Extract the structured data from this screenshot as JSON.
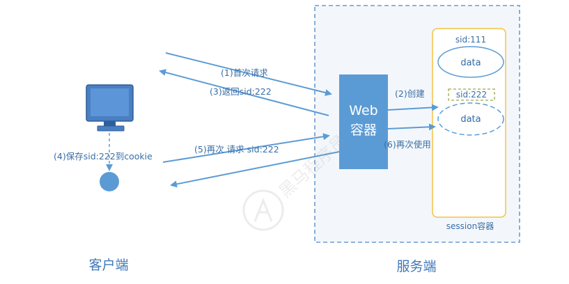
{
  "labels": {
    "client": "客户端",
    "server": "服务端",
    "web_container_line1": "Web",
    "web_container_line2": "容器",
    "session_container": "session容器",
    "sid_111": "sid:111",
    "sid_222": "sid:222",
    "data_1": "data",
    "data_2": "data"
  },
  "steps": {
    "s1": "(1)首次请求",
    "s2": "(2)创建",
    "s3": "(3)返回sid:222",
    "s4": "(4)保存sid:222到cookie",
    "s5": "(5)再次 请求 sid:222",
    "s6": "(6)再次使用"
  },
  "watermark": "黑马程序员",
  "colors": {
    "arrow": "#5b9bd5",
    "web_container": "#5b9bd5",
    "session_border": "#f5c242",
    "sid222_dashed": "#9aa84a",
    "server_border": "#6b9bd1",
    "text": "#3a6ea5"
  }
}
